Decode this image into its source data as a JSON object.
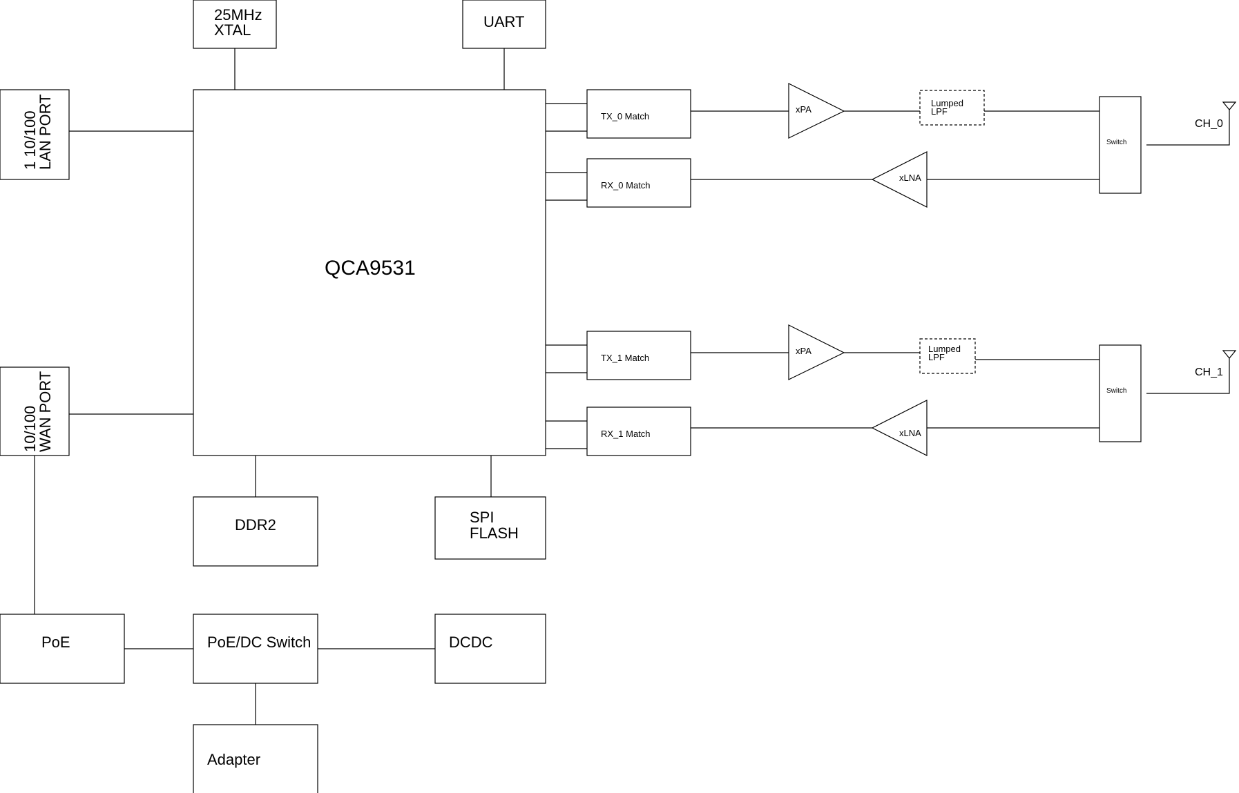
{
  "blocks": {
    "xtal": {
      "line1": "25MHz",
      "line2": "XTAL"
    },
    "uart": "UART",
    "lan_port": {
      "line1": "1 10/100",
      "line2": "LAN PORT"
    },
    "wan_port": {
      "line1": "10/100",
      "line2": "WAN PORT"
    },
    "soc": "QCA9531",
    "ddr2": "DDR2",
    "spi_flash": {
      "line1": "SPI",
      "line2": "FLASH"
    },
    "poe": "PoE",
    "poe_dc_switch": "PoE/DC Switch",
    "dcdc": "DCDC",
    "adapter": "Adapter"
  },
  "rf_chains": [
    {
      "tx_match": "TX_0 Match",
      "rx_match": "RX_0 Match",
      "pa": "xPA",
      "lna": "xLNA",
      "lpf": {
        "line1": "Lumped",
        "line2": "LPF"
      },
      "switch": "Switch",
      "antenna": "CH_0"
    },
    {
      "tx_match": "TX_1 Match",
      "rx_match": "RX_1 Match",
      "pa": "xPA",
      "lna": "xLNA",
      "lpf": {
        "line1": "Lumped",
        "line2": "LPF"
      },
      "switch": "Switch",
      "antenna": "CH_1"
    }
  ]
}
